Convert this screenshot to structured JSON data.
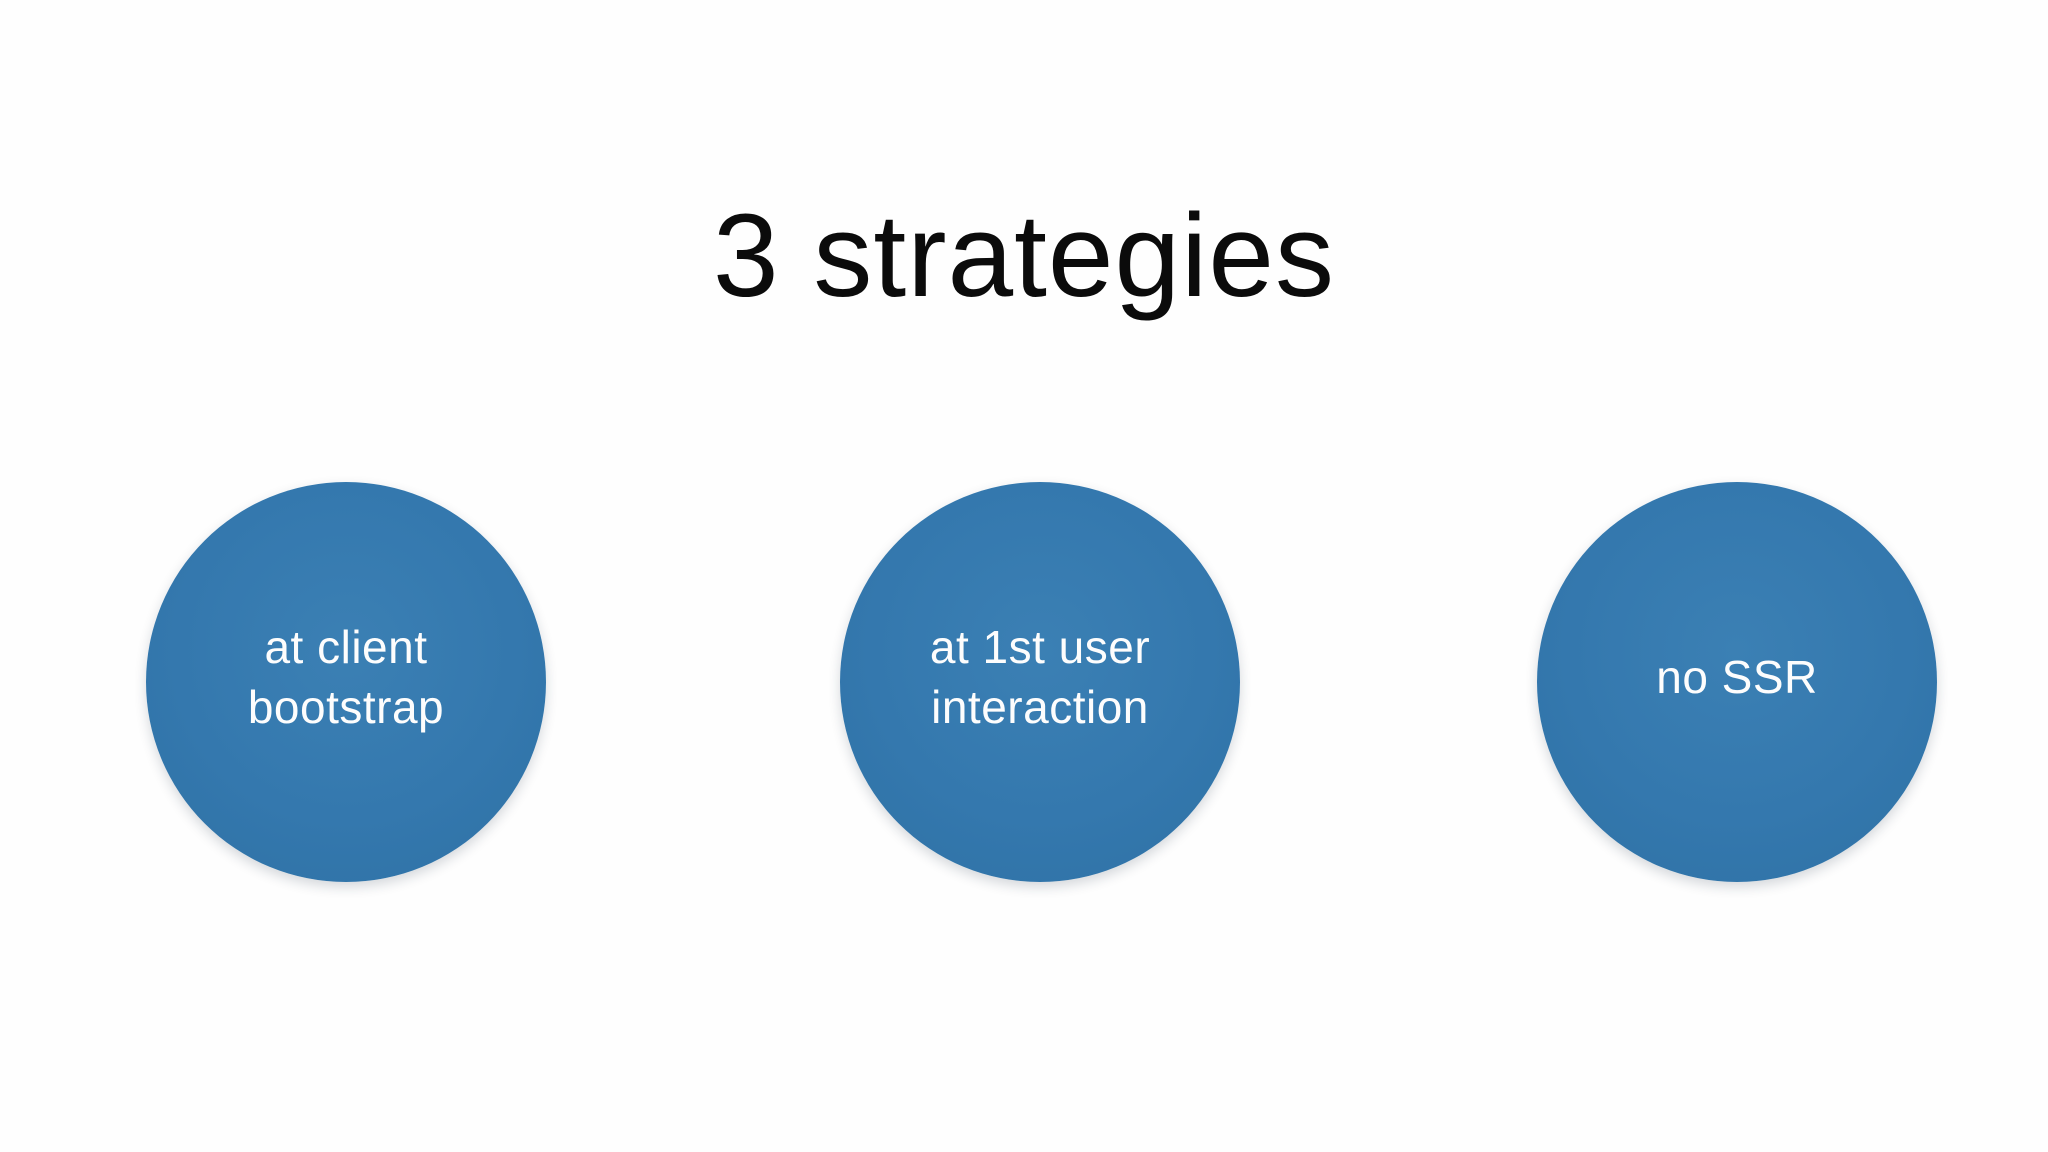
{
  "slide": {
    "title": "3 strategies",
    "colors": {
      "background": "#fefefe",
      "circle_fill": "#3478ae",
      "title_text": "#0b0b0b",
      "circle_text": "#fdfdfd"
    },
    "strategies": [
      {
        "label": "at client bootstrap",
        "lines": [
          "at client",
          "bootstrap"
        ]
      },
      {
        "label": "at 1st user interaction",
        "lines": [
          "at 1st user",
          "interaction"
        ]
      },
      {
        "label": "no SSR",
        "lines": [
          "no SSR"
        ]
      }
    ]
  }
}
